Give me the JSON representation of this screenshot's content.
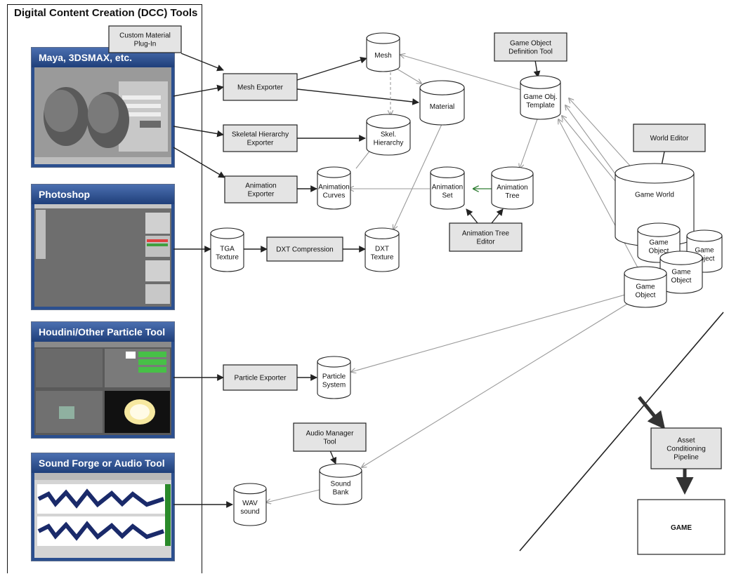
{
  "dcc_title": "Digital Content Creation (DCC) Tools",
  "tools": [
    {
      "id": "maya",
      "title": "Maya, 3DSMAX, etc."
    },
    {
      "id": "photoshop",
      "title": "Photoshop"
    },
    {
      "id": "houdini",
      "title": "Houdini/Other Particle Tool"
    },
    {
      "id": "soundforge",
      "title": "Sound Forge or Audio Tool"
    }
  ],
  "boxes": {
    "custom_material": [
      "Custom Material",
      "Plug-In"
    ],
    "mesh_exporter": [
      "Mesh Exporter"
    ],
    "skeletal_exporter": [
      "Skeletal Hierarchy",
      "Exporter"
    ],
    "animation_exporter": [
      "Animation",
      "Exporter"
    ],
    "dxt_compression": [
      "DXT Compression"
    ],
    "particle_exporter": [
      "Particle Exporter"
    ],
    "audio_manager": [
      "Audio Manager",
      "Tool"
    ],
    "game_object_def": [
      "Game Object",
      "Definition Tool"
    ],
    "world_editor": [
      "World Editor"
    ],
    "anim_tree_editor": [
      "Animation Tree",
      "Editor"
    ],
    "asset_pipeline": [
      "Asset",
      "Conditioning",
      "Pipeline"
    ],
    "game": [
      "GAME"
    ]
  },
  "cylinders": {
    "mesh": [
      "Mesh"
    ],
    "material": [
      "Material"
    ],
    "skel_hierarchy": [
      "Skel.",
      "Hierarchy"
    ],
    "anim_curves": [
      "Animation",
      "Curves"
    ],
    "anim_set": [
      "Animation",
      "Set"
    ],
    "anim_tree": [
      "Animation",
      "Tree"
    ],
    "game_obj_template": [
      "Game Obj.",
      "Template"
    ],
    "tga_texture": [
      "TGA",
      "Texture"
    ],
    "dxt_texture": [
      "DXT",
      "Texture"
    ],
    "particle_system": [
      "Particle",
      "System"
    ],
    "sound_bank": [
      "Sound",
      "Bank"
    ],
    "wav_sound": [
      "WAV",
      "sound"
    ],
    "game_world": [
      "Game World"
    ],
    "game_object_a": [
      "Game",
      "Object"
    ],
    "game_object_b": [
      "Game",
      "Object"
    ],
    "game_object_c": [
      "Game",
      "Object"
    ],
    "game_object_d": [
      "Game",
      "Object"
    ]
  },
  "colors": {
    "box_fill": "#e4e4e4",
    "tool_title_bg": "#2b4f8f",
    "arrow_dark": "#222222",
    "arrow_light": "#9a9a9a",
    "arrow_green": "#2e7d32"
  }
}
